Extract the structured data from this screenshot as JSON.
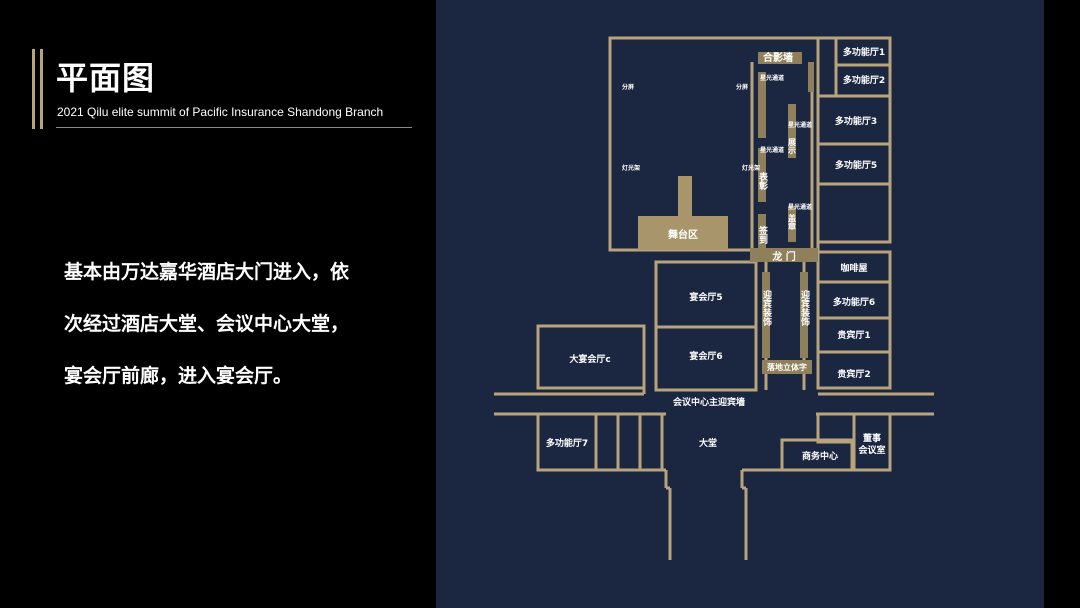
{
  "header": {
    "title": "平面图",
    "subtitle": "2021 Qilu elite summit of Pacific Insurance Shandong Branch"
  },
  "description": {
    "lines": [
      "基本由万达嘉华酒店大门进入，依",
      "次经过酒店大堂、会议中心大堂，",
      "宴会厅前廊，进入宴会厅。"
    ]
  },
  "floorplan": {
    "rooms": {
      "photo_wall": "合影墙",
      "multi1": "多功能厅1",
      "multi2": "多功能厅2",
      "multi3": "多功能厅3",
      "multi5": "多功能厅5",
      "stage": "舞台区",
      "dragon_gate": "龙 门",
      "coffee": "咖啡屋",
      "hall5": "宴会厅5",
      "hall6": "宴会厅6",
      "multi6": "多功能厅6",
      "vip1": "贵宾厅1",
      "vip2": "贵宾厅2",
      "grand_hall_c": "大宴会厅c",
      "standee": "落地立体字",
      "main_wall": "会议中心主迎宾墙",
      "multi7": "多功能厅7",
      "lobby": "大堂",
      "business": "商务中心",
      "board": "董事",
      "board2": "会议室"
    },
    "vertical_labels": {
      "welcome1": "迎宾装饰",
      "welcome2": "迎宾装饰",
      "display": "表彰",
      "signin": "签到",
      "exhibit": "展示",
      "stamp": "盖章"
    },
    "small_labels": {
      "divider_left": "分屏",
      "divider_right": "分屏",
      "light_left": "灯光架",
      "light_right": "灯光架",
      "starlight1": "星光通道",
      "starlight2": "星光通道",
      "starlight3": "星光通道",
      "starlight4": "星光通道"
    },
    "colors": {
      "wall": "#b8a47a",
      "stage": "#a8956b",
      "background": "#1b2641"
    }
  }
}
